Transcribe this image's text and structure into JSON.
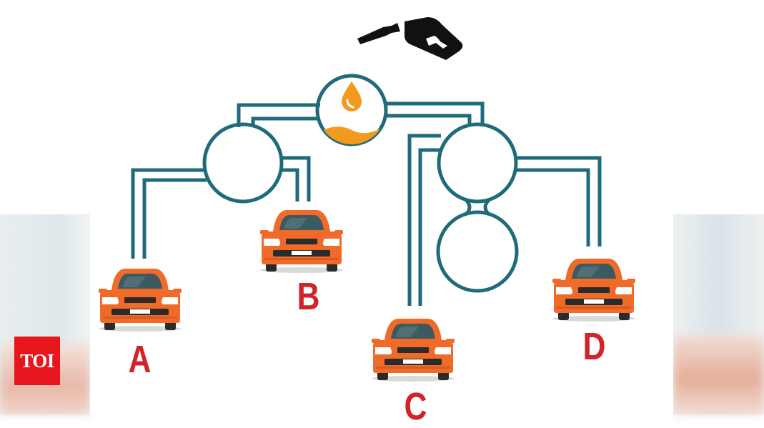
{
  "labels": {
    "a": "A",
    "b": "B",
    "c": "C",
    "d": "D"
  },
  "logo": {
    "text": "TOI"
  },
  "colors": {
    "pipe": "#1f6b7a",
    "fuel": "#f29a1e",
    "car_body": "#f06a2a",
    "label": "#d0232a",
    "logo_bg": "#e7161d",
    "nozzle": "#111111"
  },
  "icons": [
    "fuel-nozzle-icon",
    "fuel-drop-icon",
    "car-icon"
  ]
}
